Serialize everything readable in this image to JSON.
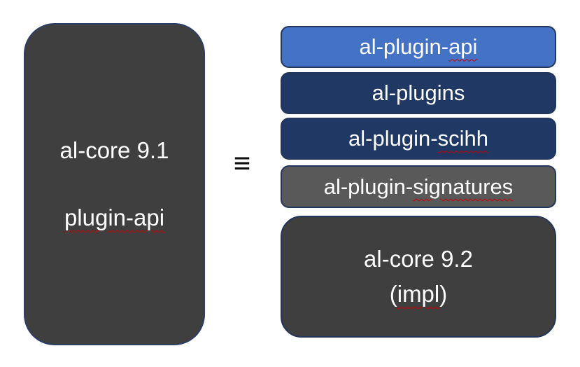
{
  "equivalence_symbol": "≡",
  "colors": {
    "background": "#ffffff",
    "dark_gray_fill": "#3f3f3f",
    "medium_blue_fill": "#4472c4",
    "dark_navy_fill": "#203864",
    "gray_fill": "#595959",
    "box_border": "#22355c",
    "text": "#ffffff",
    "squiggle_red": "#cc0000",
    "equivalence_symbol_color": "#0d0d0d"
  },
  "left_box": {
    "fill": "#3f3f3f",
    "line1": "al-core 9.1",
    "line2": {
      "prefix": "",
      "misspelled": "plugin-api",
      "suffix": ""
    }
  },
  "right_boxes": [
    {
      "label": "al-plugin-api",
      "prefix": "al-plugin-",
      "misspelled": "api",
      "suffix": "",
      "fill": "#4472c4"
    },
    {
      "label": "al-plugins",
      "prefix": "al-plugins",
      "misspelled": "",
      "suffix": "",
      "fill": "#203864"
    },
    {
      "label": "al-plugin-scihh",
      "prefix": "al-plugin-",
      "misspelled": "scihh",
      "suffix": "",
      "fill": "#203864"
    },
    {
      "label": "al-plugin-signatures",
      "prefix": "al-plugin-",
      "misspelled": "signatures",
      "suffix": "",
      "fill": "#595959"
    },
    {
      "label": "al-core 9.2 (impl)",
      "line1": "al-core 9.2",
      "prefix": "(",
      "misspelled": "impl",
      "suffix": ")",
      "fill": "#3f3f3f"
    }
  ]
}
